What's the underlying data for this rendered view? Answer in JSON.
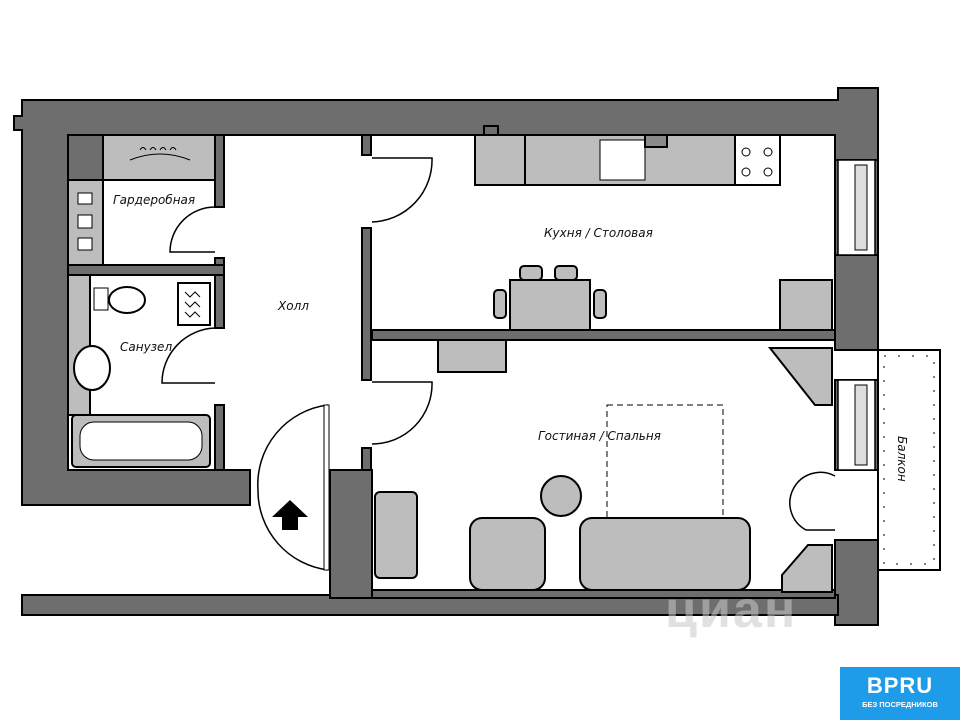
{
  "rooms": {
    "wardrobe": "Гардеробная",
    "hall": "Холл",
    "bathroom": "Санузел",
    "kitchen": "Кухня / Столовая",
    "living": "Гостиная / Спальня",
    "balcony": "Балкон"
  },
  "watermark": "циан",
  "logo": {
    "name": "BPRU",
    "tagline": "БЕЗ ПОСРЕДНИКОВ"
  },
  "colors": {
    "wall": "#6e6e6e",
    "furniture": "#bdbdbd",
    "logo_bg": "#1e9be9"
  }
}
